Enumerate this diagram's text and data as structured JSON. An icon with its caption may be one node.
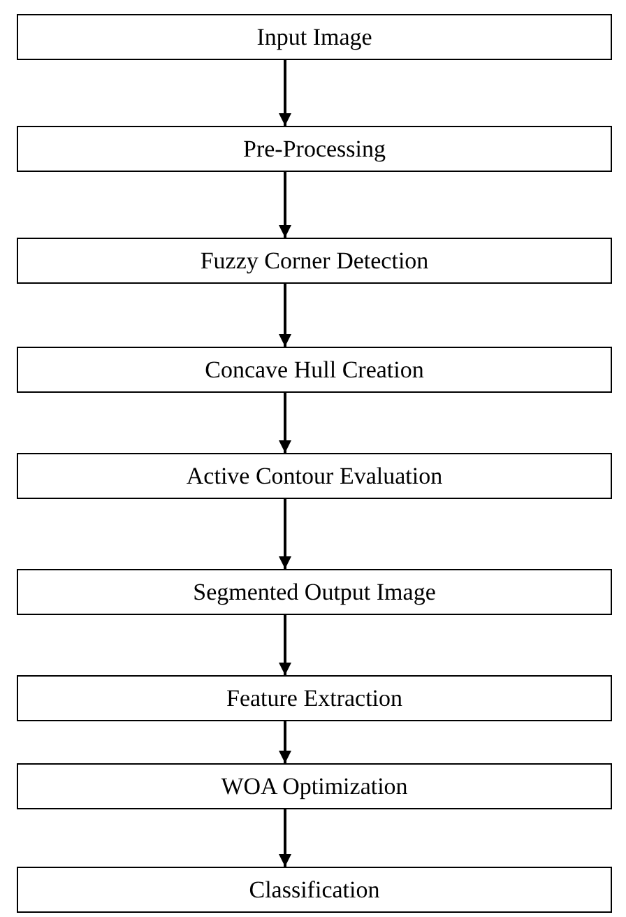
{
  "diagram": {
    "nodes": [
      {
        "text": [
          "Input Image"
        ]
      },
      {
        "text": [
          "Pre-Processing"
        ]
      },
      {
        "text": [
          "Fuzzy Corner Detection"
        ]
      },
      {
        "text": [
          "Concave Hull Creation"
        ]
      },
      {
        "text": [
          "Active Contour Evaluation"
        ]
      },
      {
        "text": [
          "Segmented Output Image"
        ]
      },
      {
        "text": [
          "Feature Extraction"
        ]
      },
      {
        "text": [
          "WOA Optimization"
        ]
      },
      {
        "text": [
          "Classification"
        ]
      }
    ],
    "edges": [
      {
        "from": 0,
        "to": 1,
        "arrow": "to"
      },
      {
        "from": 1,
        "to": 2,
        "arrow": "to"
      },
      {
        "from": 2,
        "to": 3,
        "arrow": "to"
      },
      {
        "from": 3,
        "to": 4,
        "arrow": "to"
      },
      {
        "from": 4,
        "to": 5,
        "arrow": "to"
      },
      {
        "from": 5,
        "to": 6,
        "arrow": "to"
      },
      {
        "from": 6,
        "to": 7,
        "arrow": "to"
      },
      {
        "from": 7,
        "to": 8,
        "arrow": "to"
      }
    ]
  }
}
